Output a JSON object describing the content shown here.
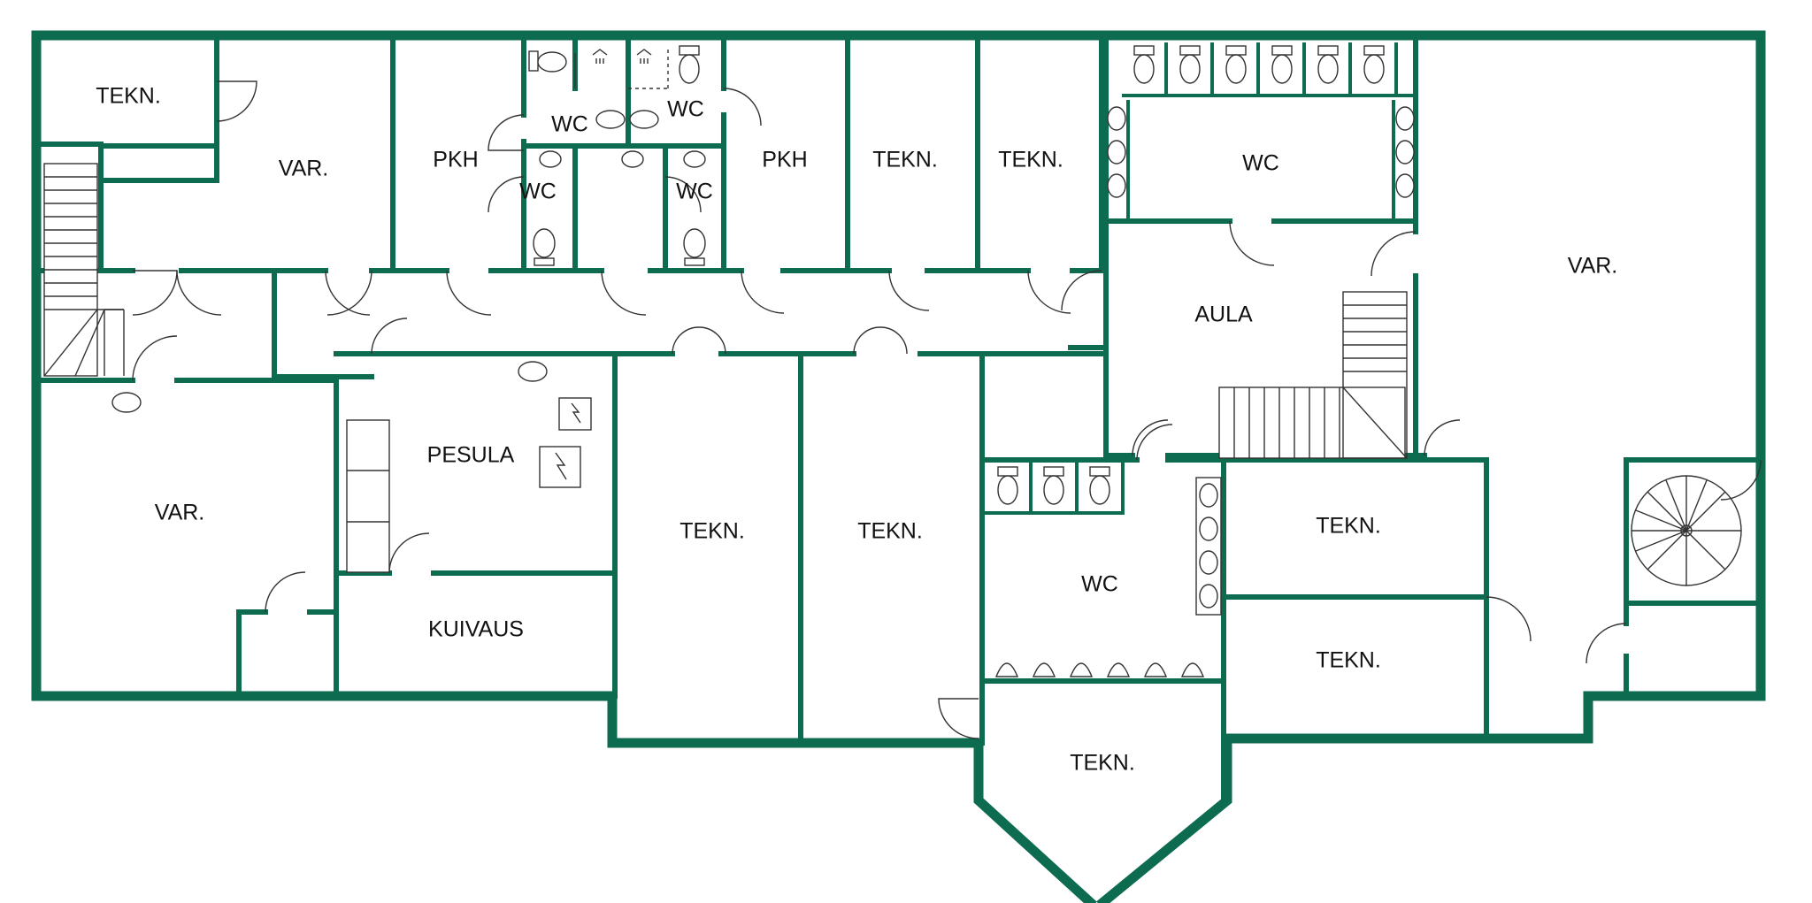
{
  "colors": {
    "wall": "#0d6b4f",
    "fixture": "#333333",
    "background": "#ffffff"
  },
  "rooms": {
    "tekn_top_left": "TEKN.",
    "var_top": "VAR.",
    "pkh_left": "PKH",
    "wc_a": "WC",
    "wc_b": "WC",
    "wc_c": "WC",
    "wc_d": "WC",
    "pkh_right": "PKH",
    "tekn_top_1": "TEKN.",
    "tekn_top_2": "TEKN.",
    "wc_top_right": "WC",
    "var_right": "VAR.",
    "aula": "AULA",
    "var_left": "VAR.",
    "pesula": "PESULA",
    "kuivaus": "KUIVAUS",
    "tekn_mid_1": "TEKN.",
    "tekn_mid_2": "TEKN.",
    "wc_bottom": "WC",
    "tekn_right_1": "TEKN.",
    "tekn_right_2": "TEKN.",
    "tekn_bottom": "TEKN."
  }
}
